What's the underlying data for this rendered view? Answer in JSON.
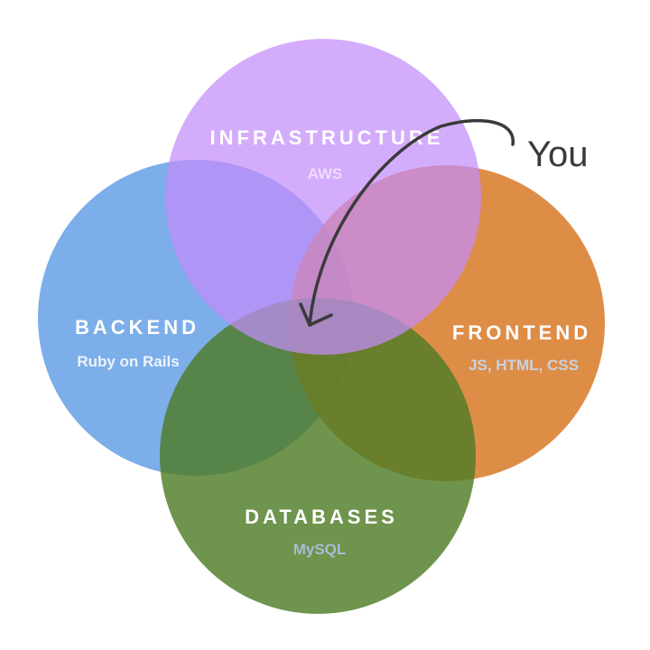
{
  "sets": [
    {
      "id": "backend",
      "title": "BACKEND",
      "subtitle": "Ruby on Rails",
      "fill": "#6aa3e6",
      "subtitle_color": "#eef3fb"
    },
    {
      "id": "frontend",
      "title": "FRONTEND",
      "subtitle": "JS, HTML, CSS",
      "fill": "#d97d2e",
      "subtitle_color": "#c8d2e0"
    },
    {
      "id": "databases",
      "title": "DATABASES",
      "subtitle": "MySQL",
      "fill": "#4f7d26",
      "subtitle_color": "#a9bcd6"
    },
    {
      "id": "infrastructure",
      "title": "INFRASTRUCTURE",
      "subtitle": "AWS",
      "fill": "#c48cfb",
      "subtitle_color": "#eedcff"
    }
  ],
  "pointer": {
    "label": "You",
    "color": "#3a3a3a",
    "target": "center overlap of all four sets"
  }
}
